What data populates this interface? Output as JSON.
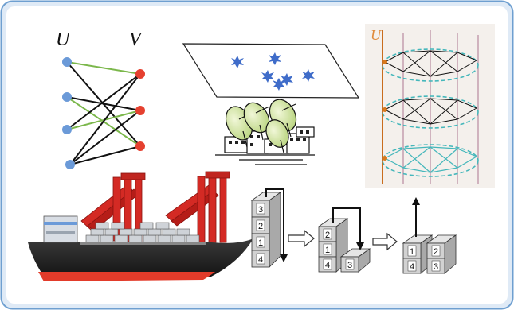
{
  "colors": {
    "frame_bg": "#dfeaf6",
    "frame_border": "#6e9fd0",
    "inner_bg": "#ffffff",
    "accent_red": "#e23b2a",
    "accent_green": "#7bb74b",
    "accent_blue": "#6b9ad8",
    "dish_green": "#d8e9a9",
    "layer_teal": "#45b7bb"
  },
  "bipartite": {
    "left_label": "U",
    "right_label": "V"
  },
  "layered_graph": {
    "axis_label": "U"
  },
  "container_stacks": {
    "stack1": [
      "3",
      "2",
      "1",
      "4"
    ],
    "stack2_col1": [
      "2",
      "1",
      "4"
    ],
    "stack2_col2": [
      "3"
    ],
    "stack3_col1": [
      "1",
      "4"
    ],
    "stack3_col2": [
      "2",
      "3"
    ]
  }
}
